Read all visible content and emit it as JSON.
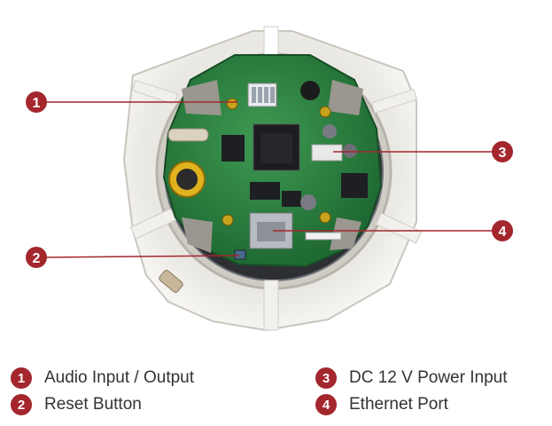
{
  "accent_color": "#a3272d",
  "callouts": [
    {
      "number": "1",
      "label": "Audio Input / Output"
    },
    {
      "number": "2",
      "label": "Reset Button"
    },
    {
      "number": "3",
      "label": "DC 12 V Power Input"
    },
    {
      "number": "4",
      "label": "Ethernet Port"
    }
  ]
}
